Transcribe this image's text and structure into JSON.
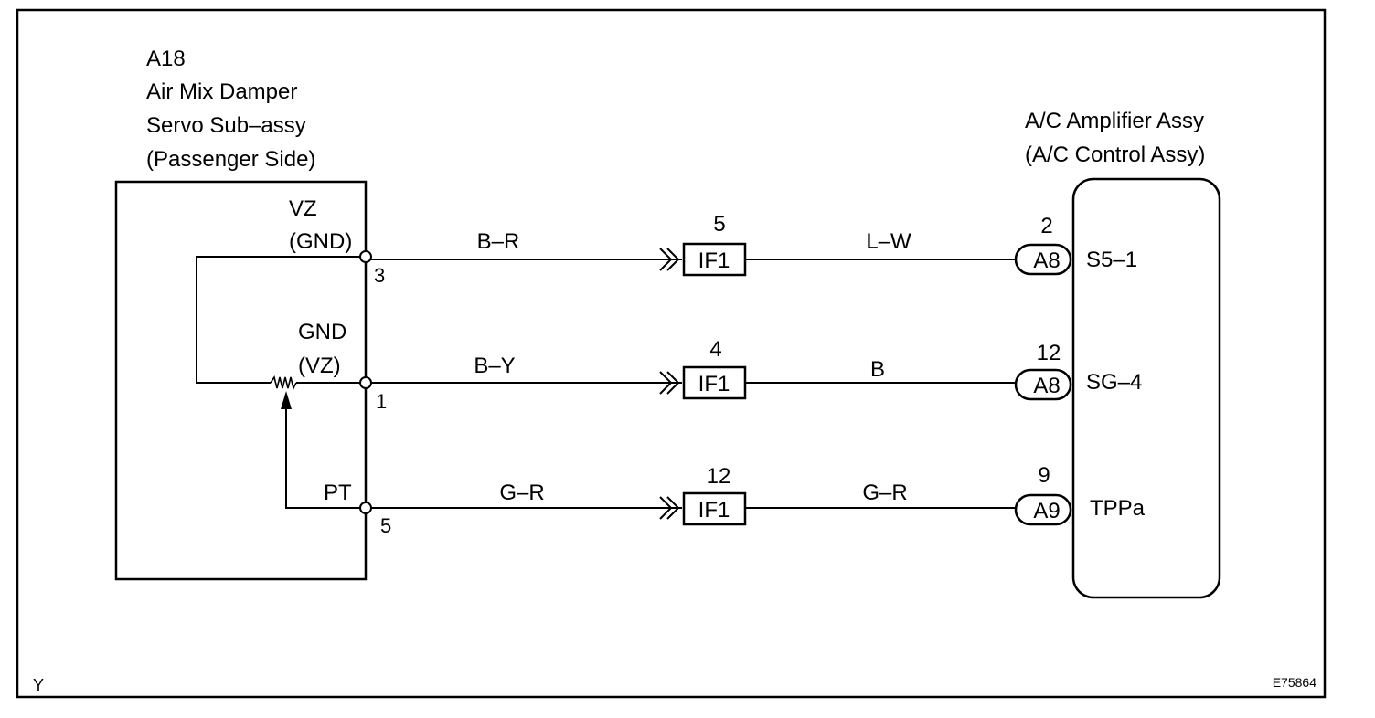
{
  "left_component": {
    "id": "A18",
    "name_line1": "Air Mix Damper",
    "name_line2": "Servo Sub–assy",
    "name_line3": "(Passenger Side)",
    "pins": [
      {
        "label_top": "VZ",
        "label_bottom": "(GND)",
        "number": "3"
      },
      {
        "label_top": "GND",
        "label_bottom": "(VZ)",
        "number": "1"
      },
      {
        "label_top": "",
        "label_bottom": "PT",
        "number": "5"
      }
    ]
  },
  "right_component": {
    "name_line1": "A/C Amplifier Assy",
    "name_line2": "(A/C Control Assy)",
    "pins": [
      {
        "connector": "A8",
        "number": "2",
        "terminal": "S5–1"
      },
      {
        "connector": "A8",
        "number": "12",
        "terminal": "SG–4"
      },
      {
        "connector": "A9",
        "number": "9",
        "terminal": "TPPa"
      }
    ]
  },
  "wires": [
    {
      "left_color": "B–R",
      "right_color": "L–W",
      "junction": "IF1",
      "junction_pin": "5"
    },
    {
      "left_color": "B–Y",
      "right_color": "B",
      "junction": "IF1",
      "junction_pin": "4"
    },
    {
      "left_color": "G–R",
      "right_color": "G–R",
      "junction": "IF1",
      "junction_pin": "12"
    }
  ],
  "corner_left": "Y",
  "corner_right": "E75864"
}
